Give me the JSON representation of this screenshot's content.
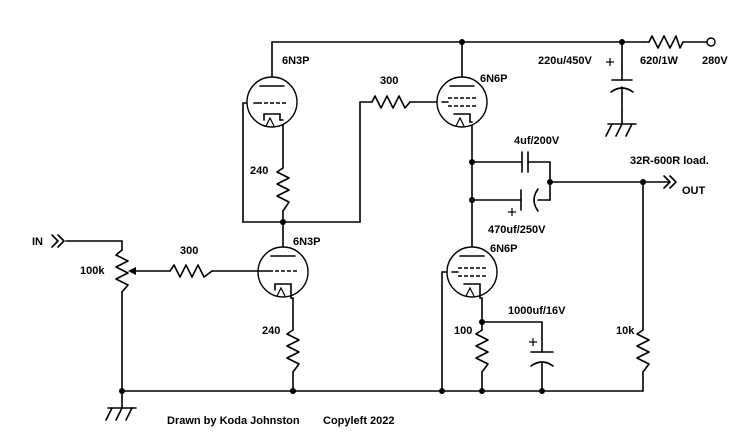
{
  "labels": {
    "tube_v1": "6N3P",
    "tube_v2": "6N3P",
    "tube_v3": "6N6P",
    "tube_v4": "6N6P",
    "r_grid_top": "300",
    "r_input": "300",
    "r_pot": "100k",
    "r_240_top": "240",
    "r_240_bottom": "240",
    "r_100": "100",
    "r_10k": "10k",
    "r_supply": "620/1W",
    "c_supply": "220u/450V",
    "c_film": "4uf/200V",
    "c_output": "470uf/250V",
    "c_cathode": "1000uf/16V",
    "supply_voltage": "280V",
    "load": "32R-600R load.",
    "in_label": "IN",
    "out_label": "OUT",
    "footer_author": "Drawn by Koda Johnston",
    "footer_copyleft": "Copyleft 2022"
  }
}
